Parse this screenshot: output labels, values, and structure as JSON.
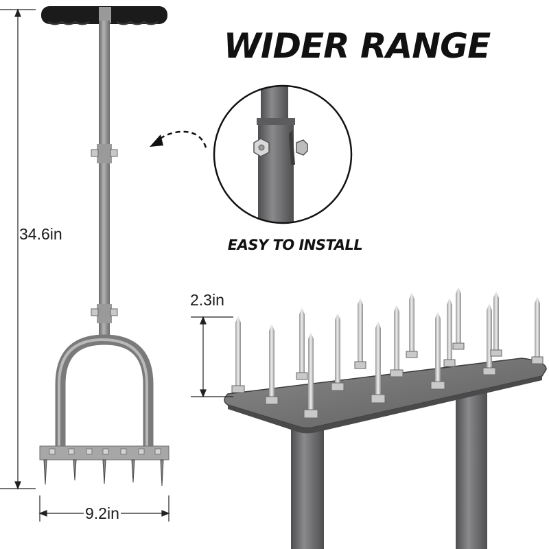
{
  "headline": "WIDER RANGE",
  "subheadline": "EASY TO INSTALL",
  "dimensions": {
    "height": "34.6in",
    "width": "9.2in",
    "spike_length": "2.3in"
  },
  "colors": {
    "metal": "#8c8c8c",
    "metal_dark": "#5e5e5e",
    "plate": "#6f6f70",
    "grip": "#1b1b1b",
    "text": "#111111"
  }
}
